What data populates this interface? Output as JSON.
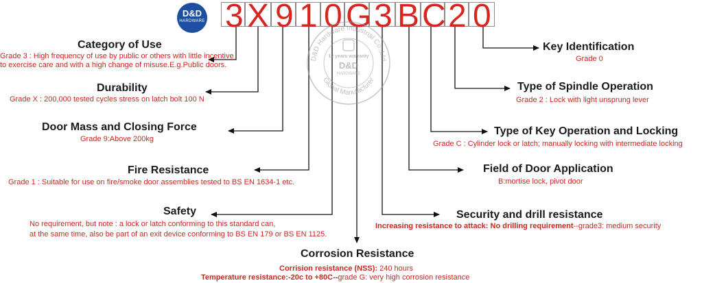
{
  "logo": {
    "brand": "D&D",
    "sub": "HARDWARE"
  },
  "code": [
    "3",
    "X",
    "9",
    "1",
    "0",
    "G",
    "3",
    "B",
    "C",
    "2",
    "0"
  ],
  "watermark": {
    "ring_top": "D&D Hardware Industrial Co.,Ltd",
    "ring_bottom": "Global Manufacturer",
    "center_line1": "12 years warranty",
    "center_line2": "D&D",
    "center_line3": "HARDWARE"
  },
  "left": {
    "category_of_use": {
      "heading": "Category of Use",
      "line1": "Grade 3 : High frequency of use by public or others with little incentive",
      "line2": "to exercise care and with a high change of misuse.E.g.Public doors."
    },
    "durability": {
      "heading": "Durability",
      "line1": "Grade X : 200,000 tested cycles stress on latch bolt 100 N"
    },
    "door_mass": {
      "heading": "Door Mass and Closing Force",
      "line1": "Grade 9:Above 200kg"
    },
    "fire_resistance": {
      "heading": "Fire Resistance",
      "line1": "Grade 1 : Suitable for use on fire/smoke door assemblies tested to BS EN 1634-1 etc."
    },
    "safety": {
      "heading": "Safety",
      "line1": "No requirement, but note : a lock or latch conforming to this standard can,",
      "line2": "at the same time, also be part of an exit device conforming to BS EN 179 or BS EN 1125."
    }
  },
  "bottom": {
    "corrosion": {
      "heading": "Corrosion Resistance",
      "line1_bold": "Corrision  resistance (NSS):",
      "line1_rest": " 240 hours",
      "line2_bold": "Temperature resistance:-20c to +80C--",
      "line2_rest": "grade G: very high corrosion resistance"
    }
  },
  "right": {
    "key_identification": {
      "heading": "Key Identification",
      "line1": "Grade 0"
    },
    "spindle": {
      "heading": "Type of Spindle Operation",
      "line1": "Grade 2 : Lock with light unsprung lever"
    },
    "key_operation": {
      "heading": "Type of Key Operation and Locking",
      "line1": "Grade C : Cylinder lock or latch; manually locking with intermediate locking"
    },
    "field_of_door": {
      "heading": "Field of Door Application",
      "line1": "B:mortise lock, pivot door"
    },
    "security": {
      "heading": "Security and drill resistance",
      "line1_bold": "Increasing resistance to attack:  No drilling requirement",
      "line1_rest": "--grade3: medium security"
    }
  }
}
